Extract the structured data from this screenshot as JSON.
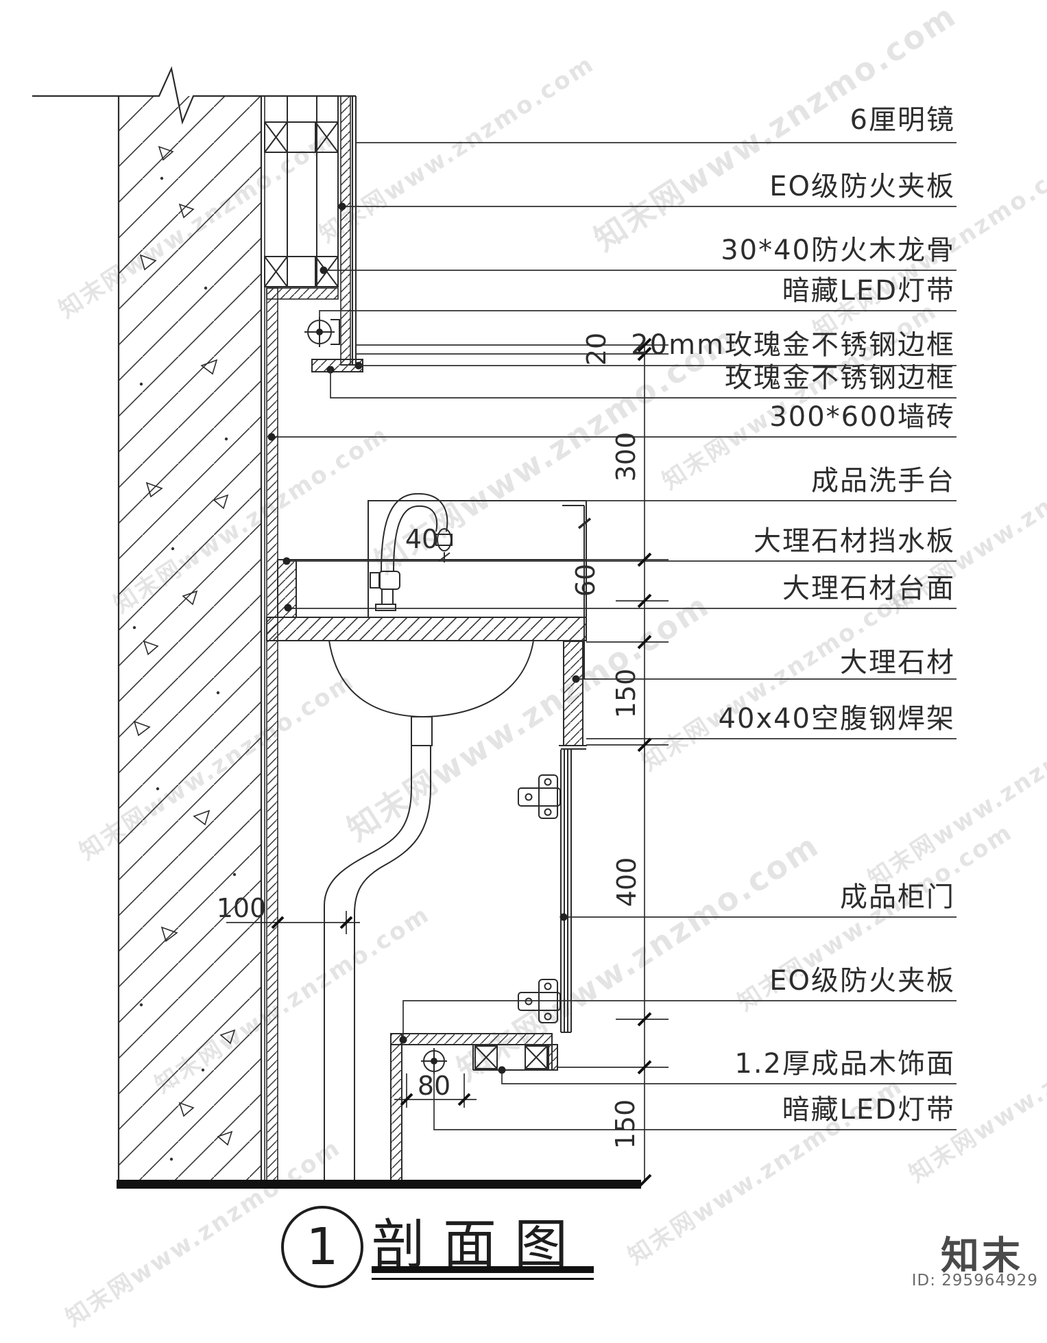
{
  "labels": [
    {
      "id": "mirror",
      "text": "6厘明镜"
    },
    {
      "id": "fireproof-plywood-top",
      "text": "EO级防火夹板"
    },
    {
      "id": "wood-keel",
      "text": "30*40防火木龙骨"
    },
    {
      "id": "led-strip-top",
      "text": "暗藏LED灯带"
    },
    {
      "id": "steel-frame-20mm",
      "text": "20mm玫瑰金不锈钢边框"
    },
    {
      "id": "steel-frame",
      "text": "玫瑰金不锈钢边框"
    },
    {
      "id": "wall-tile",
      "text": "300*600墙砖"
    },
    {
      "id": "washbasin",
      "text": "成品洗手台"
    },
    {
      "id": "marble-splash",
      "text": "大理石材挡水板"
    },
    {
      "id": "marble-countertop",
      "text": "大理石材台面"
    },
    {
      "id": "marble",
      "text": "大理石材"
    },
    {
      "id": "steel-weld-frame",
      "text": "40x40空腹钢焊架"
    },
    {
      "id": "cabinet-door",
      "text": "成品柜门"
    },
    {
      "id": "fireproof-plywood-bottom",
      "text": "EO级防火夹板"
    },
    {
      "id": "wood-veneer",
      "text": "1.2厚成品木饰面"
    },
    {
      "id": "led-strip-bottom",
      "text": "暗藏LED灯带"
    }
  ],
  "dim_chain": [
    {
      "value": "20"
    },
    {
      "value": "300"
    },
    {
      "value": "60"
    },
    {
      "value": "150"
    },
    {
      "value": "400"
    },
    {
      "value": "150"
    }
  ],
  "dim_inline": [
    {
      "value": "40"
    },
    {
      "value": "80"
    },
    {
      "value": "100"
    }
  ],
  "title": {
    "number": "1",
    "name": "剖面图"
  },
  "watermark": {
    "text": "知末网www.znzmo.com"
  },
  "footer": {
    "brand": "知末",
    "id_text": "ID: 295964929"
  }
}
